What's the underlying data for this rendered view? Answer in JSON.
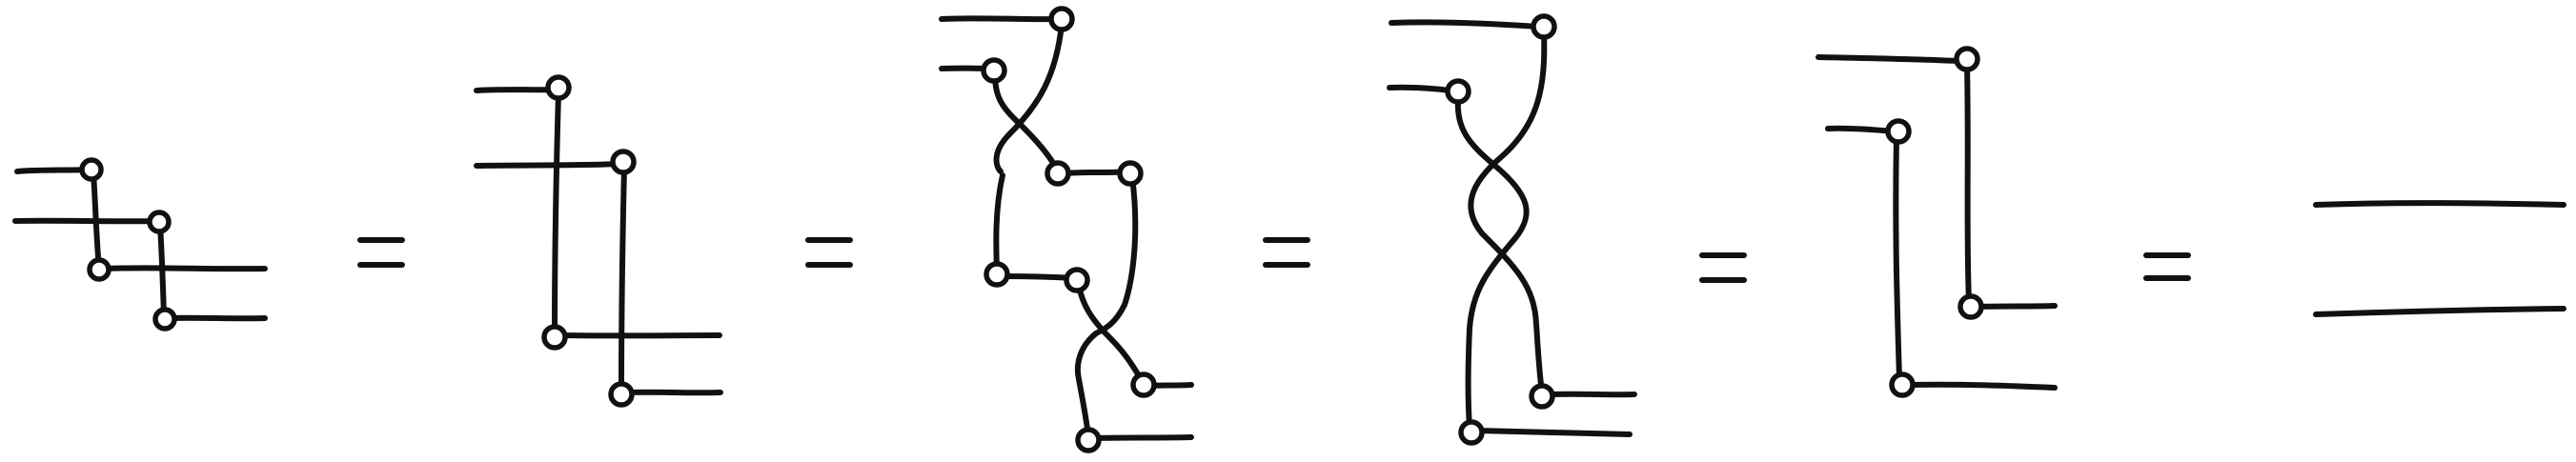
{
  "equation": {
    "panels": [
      {
        "id": "two-cups-two-caps"
      },
      {
        "id": "separated-cups-caps"
      },
      {
        "id": "braided-cups-caps"
      },
      {
        "id": "double-crossing"
      },
      {
        "id": "straightened-cup-cap"
      },
      {
        "id": "identity-wires"
      }
    ],
    "equals_count": 5
  },
  "colors": {
    "ink": "#111111",
    "background": "#ffffff"
  }
}
